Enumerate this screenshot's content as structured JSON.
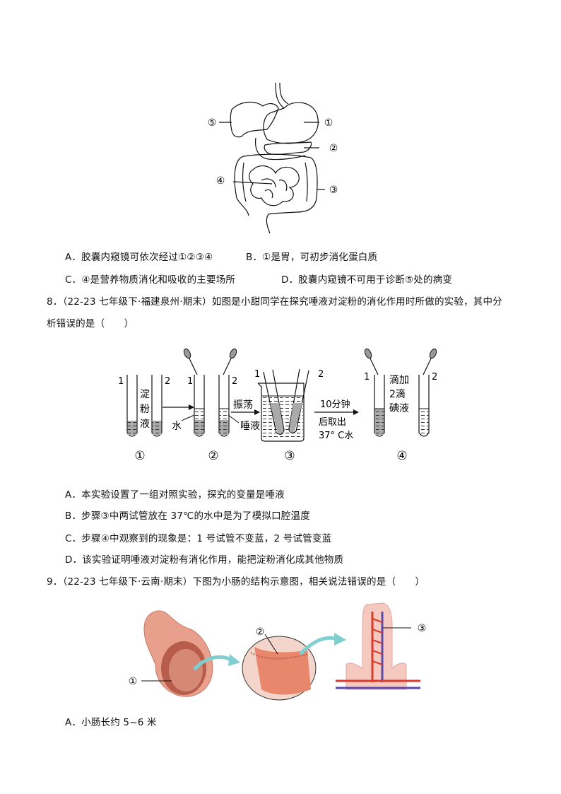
{
  "figure_digestive": {
    "labels": [
      "①",
      "②",
      "③",
      "④",
      "⑤"
    ]
  },
  "q7_options": {
    "A": "A．胶囊内窥镜可依次经过①②③④",
    "B": "B．①是胃，可初步消化蛋白质",
    "C": "C．④是营养物质消化和吸收的主要场所",
    "D": "D．胶囊内窥镜不可用于诊断⑤处的病变"
  },
  "q8": {
    "stem_line1": "8．（22-23 七年级下·福建泉州·期末）如图是小甜同学在探究唾液对淀粉的消化作用时所做的实验，其中分",
    "stem_line2": "析错误的是（　　）",
    "figure": {
      "tube_numbers": [
        "1",
        "2"
      ],
      "starch_label": [
        "淀",
        "粉",
        "液"
      ],
      "water_label": "水",
      "saliva_label": "唾液",
      "shake_label": "振荡",
      "step3_label_1": "10分钟",
      "step3_label_2": "后取出",
      "step3_label_3": "37° C水",
      "iodine_label": [
        "滴加",
        "2滴",
        "碘液"
      ],
      "steps": [
        "①",
        "②",
        "③",
        "④"
      ]
    },
    "options": {
      "A": "A．本实验设置了一组对照实验，探究的变量是唾液",
      "B": "B．步骤③中两试管放在 37℃的水中是为了模拟口腔温度",
      "C": "C．步骤④中观察到的现象是：1 号试管不变蓝，2 号试管变蓝",
      "D": "D．该实验证明唾液对淀粉有消化作用，能把淀粉消化成其他物质"
    }
  },
  "q9": {
    "stem": "9．（22-23 七年级下·云南·期末）下图为小肠的结构示意图，相关说法错误的是（　　）",
    "figure": {
      "labels": [
        "①",
        "②",
        "③"
      ]
    },
    "options": {
      "A": "A．小肠长约 5~6 米"
    }
  }
}
